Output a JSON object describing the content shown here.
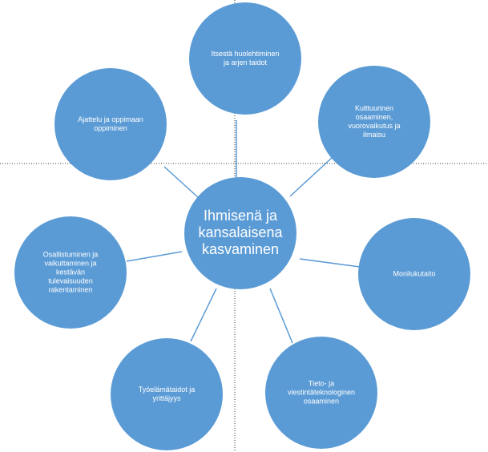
{
  "colors": {
    "node_fill": "#5b9bd5",
    "connector": "#5b9bd5",
    "node_text": "#ffffff",
    "guide_line": "#000000"
  },
  "center": {
    "label": "Ihmisenä ja kansalaisena kasvaminen"
  },
  "nodes": [
    {
      "id": "self-care",
      "label": "Itsestä huolehtiminen ja arjen taidot"
    },
    {
      "id": "culture",
      "label": "Kulttuurinen osaaminen, vuorovaikutus ja ilmaisu"
    },
    {
      "id": "multiliteracy",
      "label": "Monilukutaito"
    },
    {
      "id": "ict",
      "label": "Tieto- ja viestintäteknologinen osaaminen"
    },
    {
      "id": "work-life",
      "label": "Työelämätaidot ja yrittäjyys"
    },
    {
      "id": "participation",
      "label": "Osallistuminen ja vaikuttaminen ja kestävän tulevaisuuden rakentaminen"
    },
    {
      "id": "thinking",
      "label": "Ajattelu ja oppimaan oppiminen"
    }
  ]
}
